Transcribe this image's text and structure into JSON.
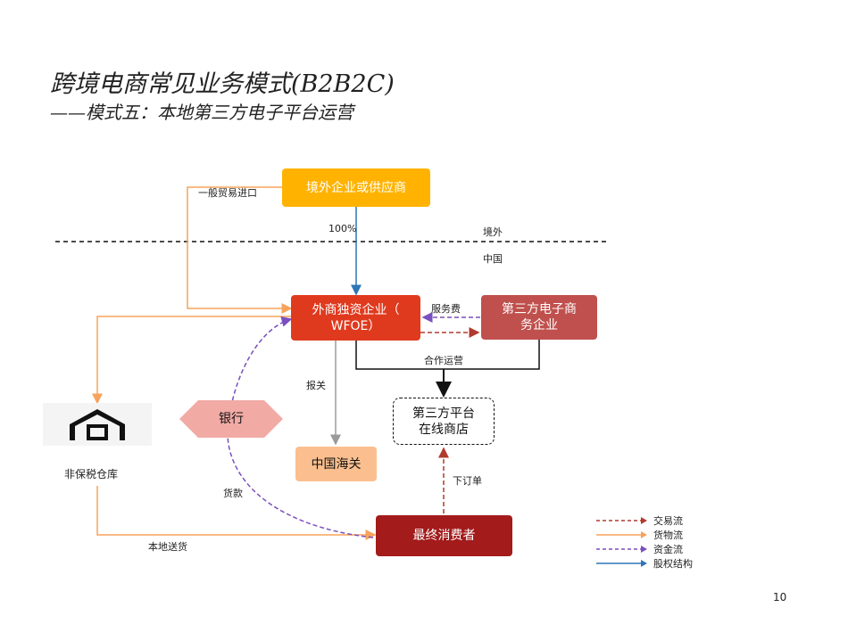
{
  "title": "跨境电商常见业务模式(B2B2C)",
  "subtitle": "——模式五：本地第三方电子平台运营",
  "nodes": {
    "supplier": "境外企业或供应商",
    "wfoe_line1": "外商独资企业（",
    "wfoe_line2": "WFOE）",
    "ecom_line1": "第三方电子商",
    "ecom_line2": "务企业",
    "store_line1": "第三方平台",
    "store_line2": "在线商店",
    "customs": "中国海关",
    "consumer": "最终消费者",
    "bank": "银行",
    "warehouse": "非保税仓库"
  },
  "labels": {
    "general_import": "一般贸易进口",
    "hundred_percent": "100%",
    "abroad": "境外",
    "china": "中国",
    "service_fee": "服务费",
    "cooperation": "合作运营",
    "declare": "报关",
    "order": "下订单",
    "payment": "货款",
    "local_delivery": "本地送货"
  },
  "legend": [
    {
      "label": "交易流",
      "color": "#b03a2e",
      "style": "dashed"
    },
    {
      "label": "货物流",
      "color": "#f7a35c",
      "style": "solid"
    },
    {
      "label": "资金流",
      "color": "#7a4fbf",
      "style": "dashed"
    },
    {
      "label": "股权结构",
      "color": "#2e75b6",
      "style": "solid"
    }
  ],
  "colors": {
    "supplier": "#ffb300",
    "wfoe": "#e03a1e",
    "ecom": "#c0504d",
    "customs": "#fbbf8f",
    "consumer": "#a31b1b",
    "bank": "#f2aaa5"
  },
  "page_number": "10"
}
